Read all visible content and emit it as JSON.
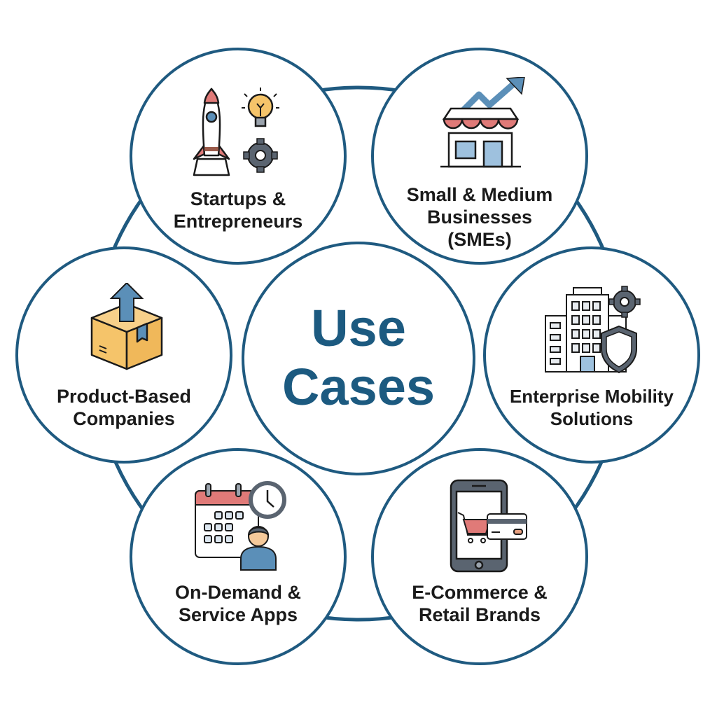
{
  "diagram": {
    "title_line1": "Use",
    "title_line2": "Cases",
    "colors": {
      "ring": "#1f5a80",
      "title": "#1c5a80",
      "label": "#1a1a1a",
      "accent_red": "#e07a78",
      "accent_blue": "#5b8fb8",
      "accent_yellow": "#f5c46a",
      "accent_gray": "#5a6470"
    },
    "nodes": [
      {
        "id": "startups",
        "line1": "Startups &",
        "line2": "Entrepreneurs",
        "line3": "",
        "icons": [
          "rocket-icon",
          "lightbulb-icon",
          "gear-icon"
        ]
      },
      {
        "id": "smes",
        "line1": "Small & Medium",
        "line2": "Businesses",
        "line3": "(SMEs)",
        "icons": [
          "storefront-icon",
          "growth-arrow-icon"
        ]
      },
      {
        "id": "enterprise",
        "line1": "Enterprise Mobility",
        "line2": "Solutions",
        "line3": "",
        "icons": [
          "office-building-icon",
          "shield-icon",
          "gear-icon"
        ]
      },
      {
        "id": "ecommerce",
        "line1": "E-Commerce &",
        "line2": "Retail Brands",
        "line3": "",
        "icons": [
          "smartphone-icon",
          "shopping-cart-icon",
          "credit-card-icon"
        ]
      },
      {
        "id": "ondemand",
        "line1": "On-Demand &",
        "line2": "Service Apps",
        "line3": "",
        "icons": [
          "calendar-icon",
          "clock-icon",
          "person-icon"
        ]
      },
      {
        "id": "product",
        "line1": "Product-Based",
        "line2": "Companies",
        "line3": "",
        "icons": [
          "box-icon",
          "upload-arrow-icon"
        ]
      }
    ]
  }
}
